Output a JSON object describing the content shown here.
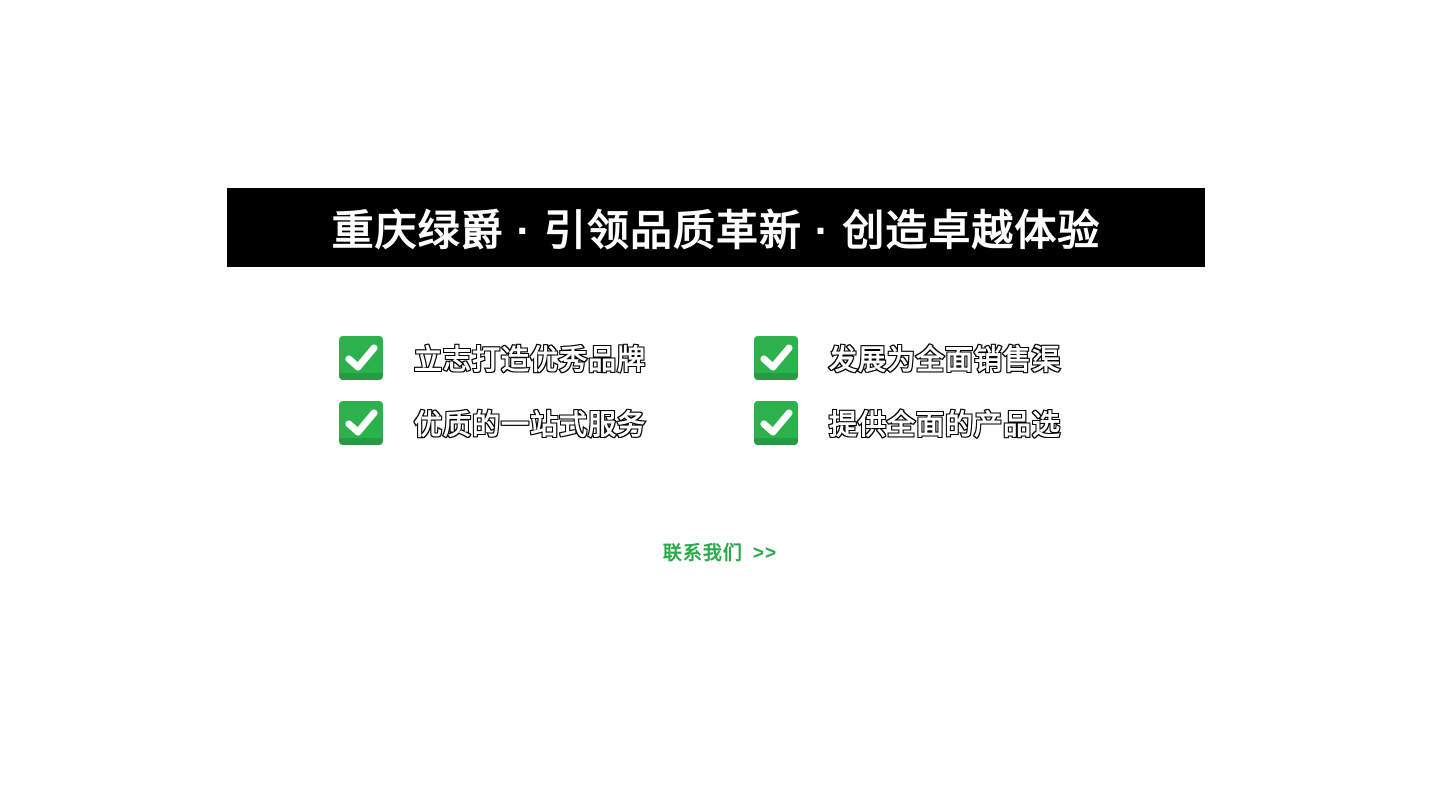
{
  "banner": {
    "title": "重庆绿爵 · 引领品质革新 · 创造卓越体验"
  },
  "features": [
    {
      "label": "立志打造优秀品牌"
    },
    {
      "label": "发展为全面销售渠"
    },
    {
      "label": "优质的一站式服务"
    },
    {
      "label": "提供全面的产品选"
    }
  ],
  "contact": {
    "label": "联系我们",
    "arrows": ">>"
  },
  "colors": {
    "accent_green": "#2bb24c",
    "link_green": "#2aaa4d",
    "banner_bg": "#000000",
    "banner_text": "#ffffff"
  },
  "icons": {
    "feature_icon": "check-icon"
  }
}
